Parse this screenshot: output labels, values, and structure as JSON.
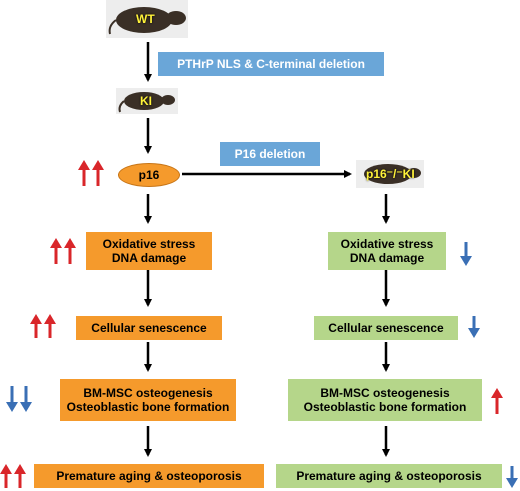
{
  "mice": {
    "wt": "WT",
    "ki": "KI",
    "p16ki": "p16⁻/⁻KI"
  },
  "labels": {
    "pthrp_deletion": "PTHrP NLS & C-terminal deletion",
    "p16_deletion": "P16 deletion",
    "p16": "p16"
  },
  "left_column": {
    "oxidative_line1": "Oxidative stress",
    "oxidative_line2": "DNA damage",
    "senescence": "Cellular senescence",
    "bmmsc_line1": "BM-MSC osteogenesis",
    "bmmsc_line2": "Osteoblastic bone formation",
    "aging": "Premature aging & osteoporosis"
  },
  "right_column": {
    "oxidative_line1": "Oxidative stress",
    "oxidative_line2": "DNA damage",
    "senescence": "Cellular senescence",
    "bmmsc_line1": "BM-MSC osteogenesis",
    "bmmsc_line2": "Osteoblastic bone formation",
    "aging": "Premature aging & osteoporosis"
  },
  "colors": {
    "up_arrow": "#d9262a",
    "down_arrow": "#3a6fb5",
    "orange": "#f59a2c",
    "green": "#b5d68a",
    "blue": "#6aa6d8"
  }
}
